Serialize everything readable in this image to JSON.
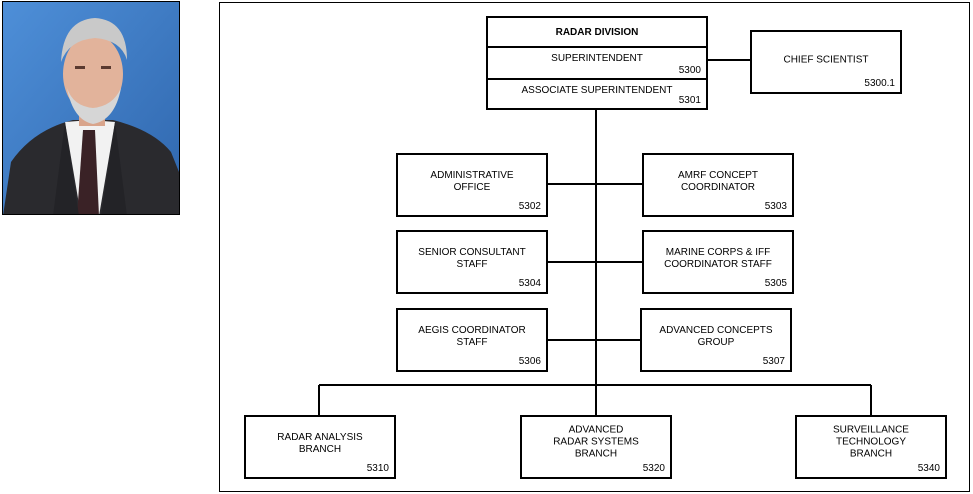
{
  "division": {
    "title": "RADAR DIVISION",
    "superintendent": {
      "label": "SUPERINTENDENT",
      "code": "5300"
    },
    "associate": {
      "label": "ASSOCIATE SUPERINTENDENT",
      "code": "5301"
    }
  },
  "chief_scientist": {
    "label": "CHIEF SCIENTIST",
    "code": "5300.1"
  },
  "staff": [
    {
      "label": "ADMINISTRATIVE\nOFFICE",
      "code": "5302"
    },
    {
      "label": "AMRF CONCEPT\nCOORDINATOR",
      "code": "5303"
    },
    {
      "label": "SENIOR CONSULTANT\nSTAFF",
      "code": "5304"
    },
    {
      "label": "MARINE CORPS & IFF\nCOORDINATOR STAFF",
      "code": "5305"
    },
    {
      "label": "AEGIS COORDINATOR\nSTAFF",
      "code": "5306"
    },
    {
      "label": "ADVANCED CONCEPTS\nGROUP",
      "code": "5307"
    }
  ],
  "branches": [
    {
      "label": "RADAR ANALYSIS\nBRANCH",
      "code": "5310"
    },
    {
      "label": "ADVANCED\nRADAR SYSTEMS\nBRANCH",
      "code": "5320"
    },
    {
      "label": "SURVEILLANCE\nTECHNOLOGY\nBRANCH",
      "code": "5340"
    }
  ],
  "colors": {
    "photo_background": "#3f7fc9",
    "suit": "#2a2a2e",
    "line": "#000000"
  }
}
